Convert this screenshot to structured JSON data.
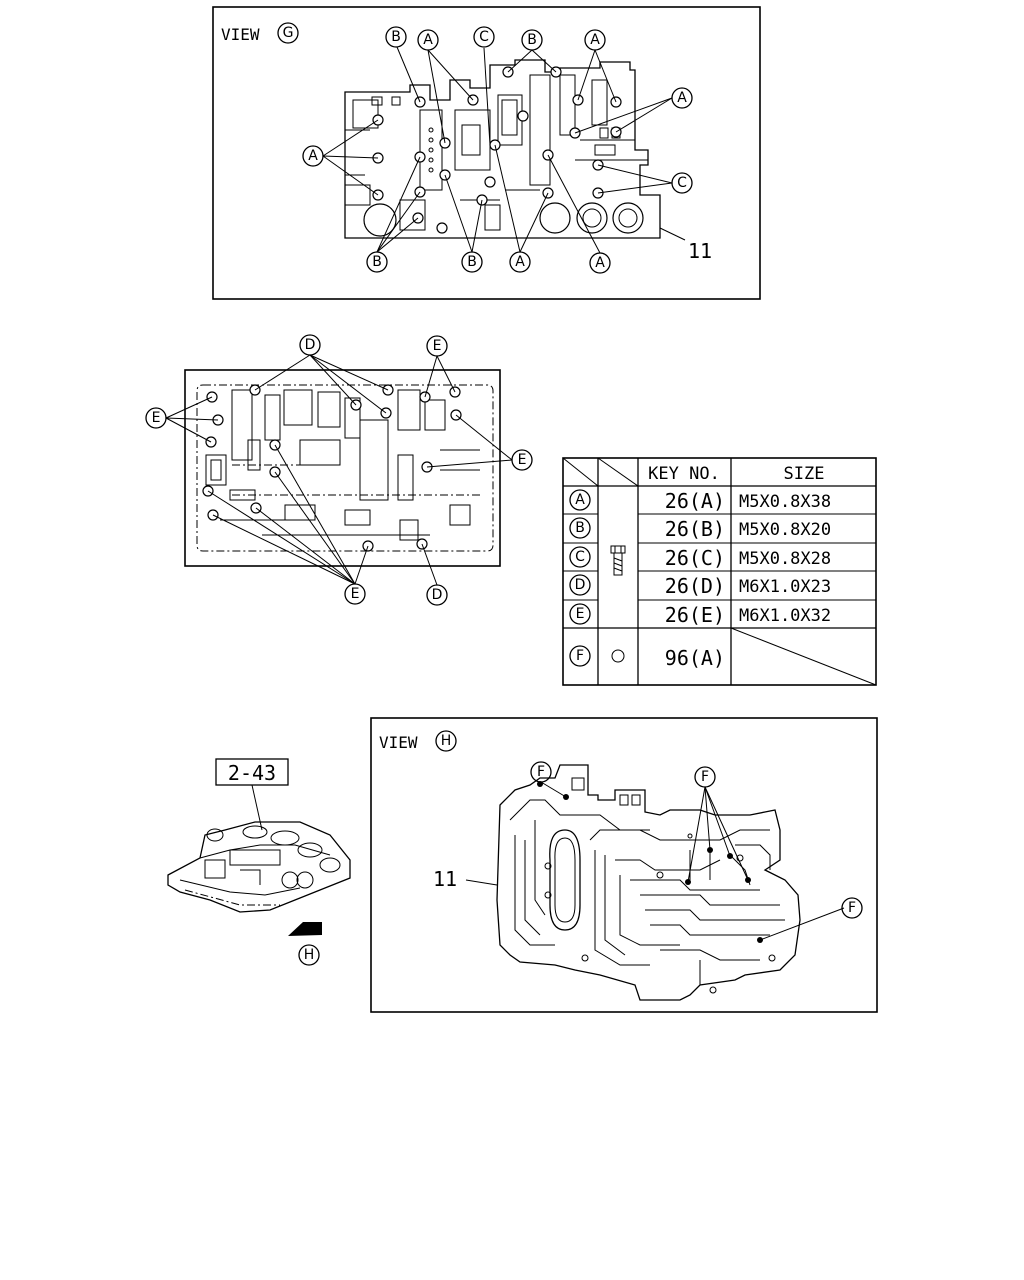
{
  "view_g": {
    "prefix": "VIEW",
    "letter": "G",
    "part_no": "11"
  },
  "view_h": {
    "prefix": "VIEW",
    "letter": "H",
    "part_no": "11"
  },
  "assembly_ref": {
    "code": "2-43",
    "arrow_letter": "H"
  },
  "callouts": {
    "a": "A",
    "b": "B",
    "c": "C",
    "d": "D",
    "e": "E",
    "f": "F"
  },
  "table": {
    "headers": {
      "key_no": "KEY NO.",
      "size": "SIZE"
    },
    "rows": [
      {
        "letter": "A",
        "key_no": "26(A)",
        "size": "M5X0.8X38"
      },
      {
        "letter": "B",
        "key_no": "26(B)",
        "size": "M5X0.8X20"
      },
      {
        "letter": "C",
        "key_no": "26(C)",
        "size": "M5X0.8X28"
      },
      {
        "letter": "D",
        "key_no": "26(D)",
        "size": "M6X1.0X23"
      },
      {
        "letter": "E",
        "key_no": "26(E)",
        "size": "M6X1.0X32"
      },
      {
        "letter": "F",
        "key_no": "96(A)",
        "size": ""
      }
    ],
    "bolt_icon": "bolt-icon",
    "ball_icon": "check-ball-icon"
  }
}
